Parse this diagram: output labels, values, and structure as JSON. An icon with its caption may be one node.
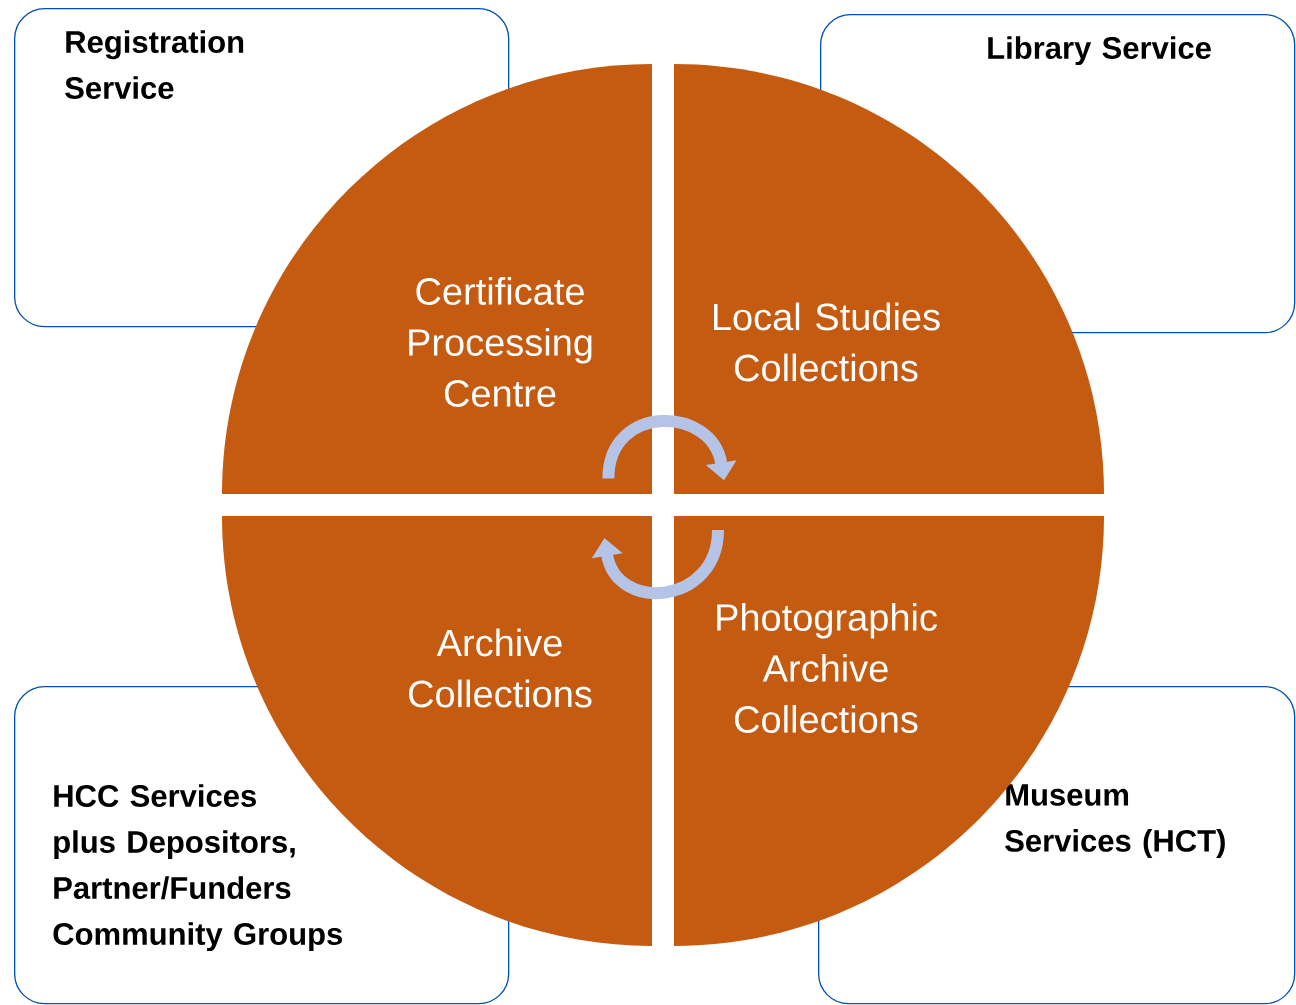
{
  "diagram": {
    "nodes": [
      {
        "text": [
          "Registration Service"
        ]
      },
      {
        "text": [
          "Library Service"
        ]
      },
      {
        "text": [
          "Certificate Processing Centre"
        ]
      },
      {
        "text": [
          "Local Studies Collections"
        ]
      },
      {
        "text": [
          "Archive Collections"
        ]
      },
      {
        "text": [
          "Photographic Archive Collections"
        ]
      },
      {
        "text": [
          "HCC Services",
          "plus Depositors, Partner/Funders Community Groups"
        ]
      },
      {
        "text": [
          "**Museum Services** (HCT)"
        ]
      }
    ],
    "edges": [
      {
        "from": 2,
        "to": 3,
        "arrow": "to"
      },
      {
        "from": 5,
        "to": 4,
        "arrow": "to"
      }
    ]
  }
}
